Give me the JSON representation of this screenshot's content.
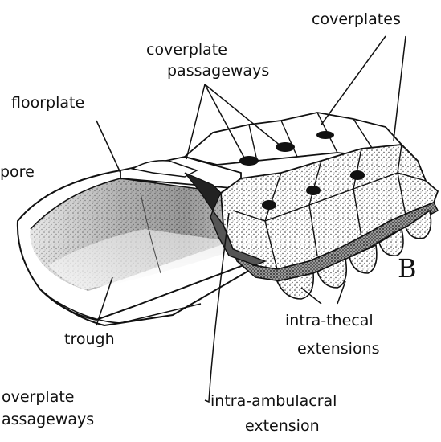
{
  "labels": {
    "coverplates": "coverplates",
    "coverplate_passageways_top_line1": "coverplate",
    "coverplate_passageways_top_line2": "passageways",
    "floorplate": "floorplate",
    "pore": "pore",
    "trough": "trough",
    "intra_thecal_line1": "intra-thecal",
    "intra_thecal_line2": "extensions",
    "intra_ambulacral_line1": "intra-ambulacral",
    "intra_ambulacral_line2": "extension",
    "coverplate_passageways_bottom_line1": "overplate",
    "coverplate_passageways_bottom_line2": "assageways",
    "panel_letter": "B"
  },
  "colors": {
    "ink": "#111111",
    "paper": "#ffffff",
    "stipple_dark": "#333333",
    "stipple_light": "#bbbbbb"
  }
}
